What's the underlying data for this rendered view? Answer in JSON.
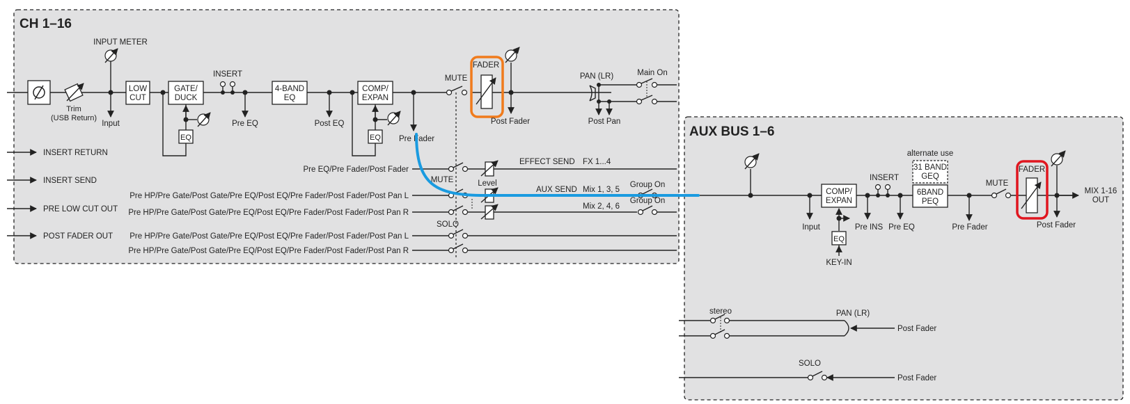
{
  "ch": {
    "title": "CH 1–16",
    "input_meter": "INPUT METER",
    "low_cut": [
      "LOW",
      "CUT"
    ],
    "trim": [
      "Trim",
      "(USB Return)"
    ],
    "input": "Input",
    "gate": [
      "GATE/",
      "DUCK"
    ],
    "eq_small": "EQ",
    "insert": "INSERT",
    "pre_eq": "Pre EQ",
    "band_eq": [
      "4-BAND",
      "EQ"
    ],
    "post_eq": "Post EQ",
    "comp": [
      "COMP/",
      "EXPAN"
    ],
    "pre_fader": "Pre Fader",
    "mute": "MUTE",
    "fader": "FADER",
    "post_fader": "Post Fader",
    "pan": "PAN (LR)",
    "post_pan": "Post Pan",
    "main_on": "Main On",
    "insert_return": "INSERT RETURN",
    "insert_send": "INSERT SEND",
    "pre_low_cut_out": "PRE LOW CUT OUT",
    "post_fader_out": "POST FADER OUT",
    "effect_tap": "Pre EQ/Pre Fader/Post Fader",
    "effect_send": "EFFECT SEND",
    "fx": "FX 1...4",
    "mute2": "MUTE",
    "level": "Level",
    "aux_send": "AUX SEND",
    "tap_l": "Pre HP/Pre Gate/Post Gate/Pre EQ/Post EQ/Pre Fader/Post Fader/Post Pan L",
    "tap_r": "Pre HP/Pre Gate/Post Gate/Pre EQ/Post EQ/Pre Fader/Post Fader/Post Pan R",
    "mix_odd": "Mix 1, 3, 5",
    "mix_even": "Mix 2, 4, 6",
    "group_on": "Group On",
    "solo": "SOLO"
  },
  "aux": {
    "title": "AUX BUS 1–6",
    "input": "Input",
    "comp": [
      "COMP/",
      "EXPAN"
    ],
    "eq_small": "EQ",
    "key_in": "KEY-IN",
    "pre_ins": "Pre INS",
    "insert": "INSERT",
    "pre_eq": "Pre EQ",
    "alternate_use": "alternate use",
    "geq": [
      "31 BAND",
      "GEQ"
    ],
    "peq": [
      "6BAND",
      "PEQ"
    ],
    "mute": "MUTE",
    "pre_fader": "Pre Fader",
    "fader": "FADER",
    "post_fader": "Post Fader",
    "mix_out": [
      "MIX 1-16",
      "OUT"
    ],
    "stereo": "stereo",
    "pan": "PAN (LR)",
    "post_fader_pan": "Post Fader",
    "solo": "SOLO",
    "post_fader_solo": "Post Fader"
  },
  "colors": {
    "panel": "#e1e1e2",
    "highlight_ch_fader": "#f07b1c",
    "highlight_aux_fader": "#e0161f",
    "routing_line": "#1a9be0"
  }
}
